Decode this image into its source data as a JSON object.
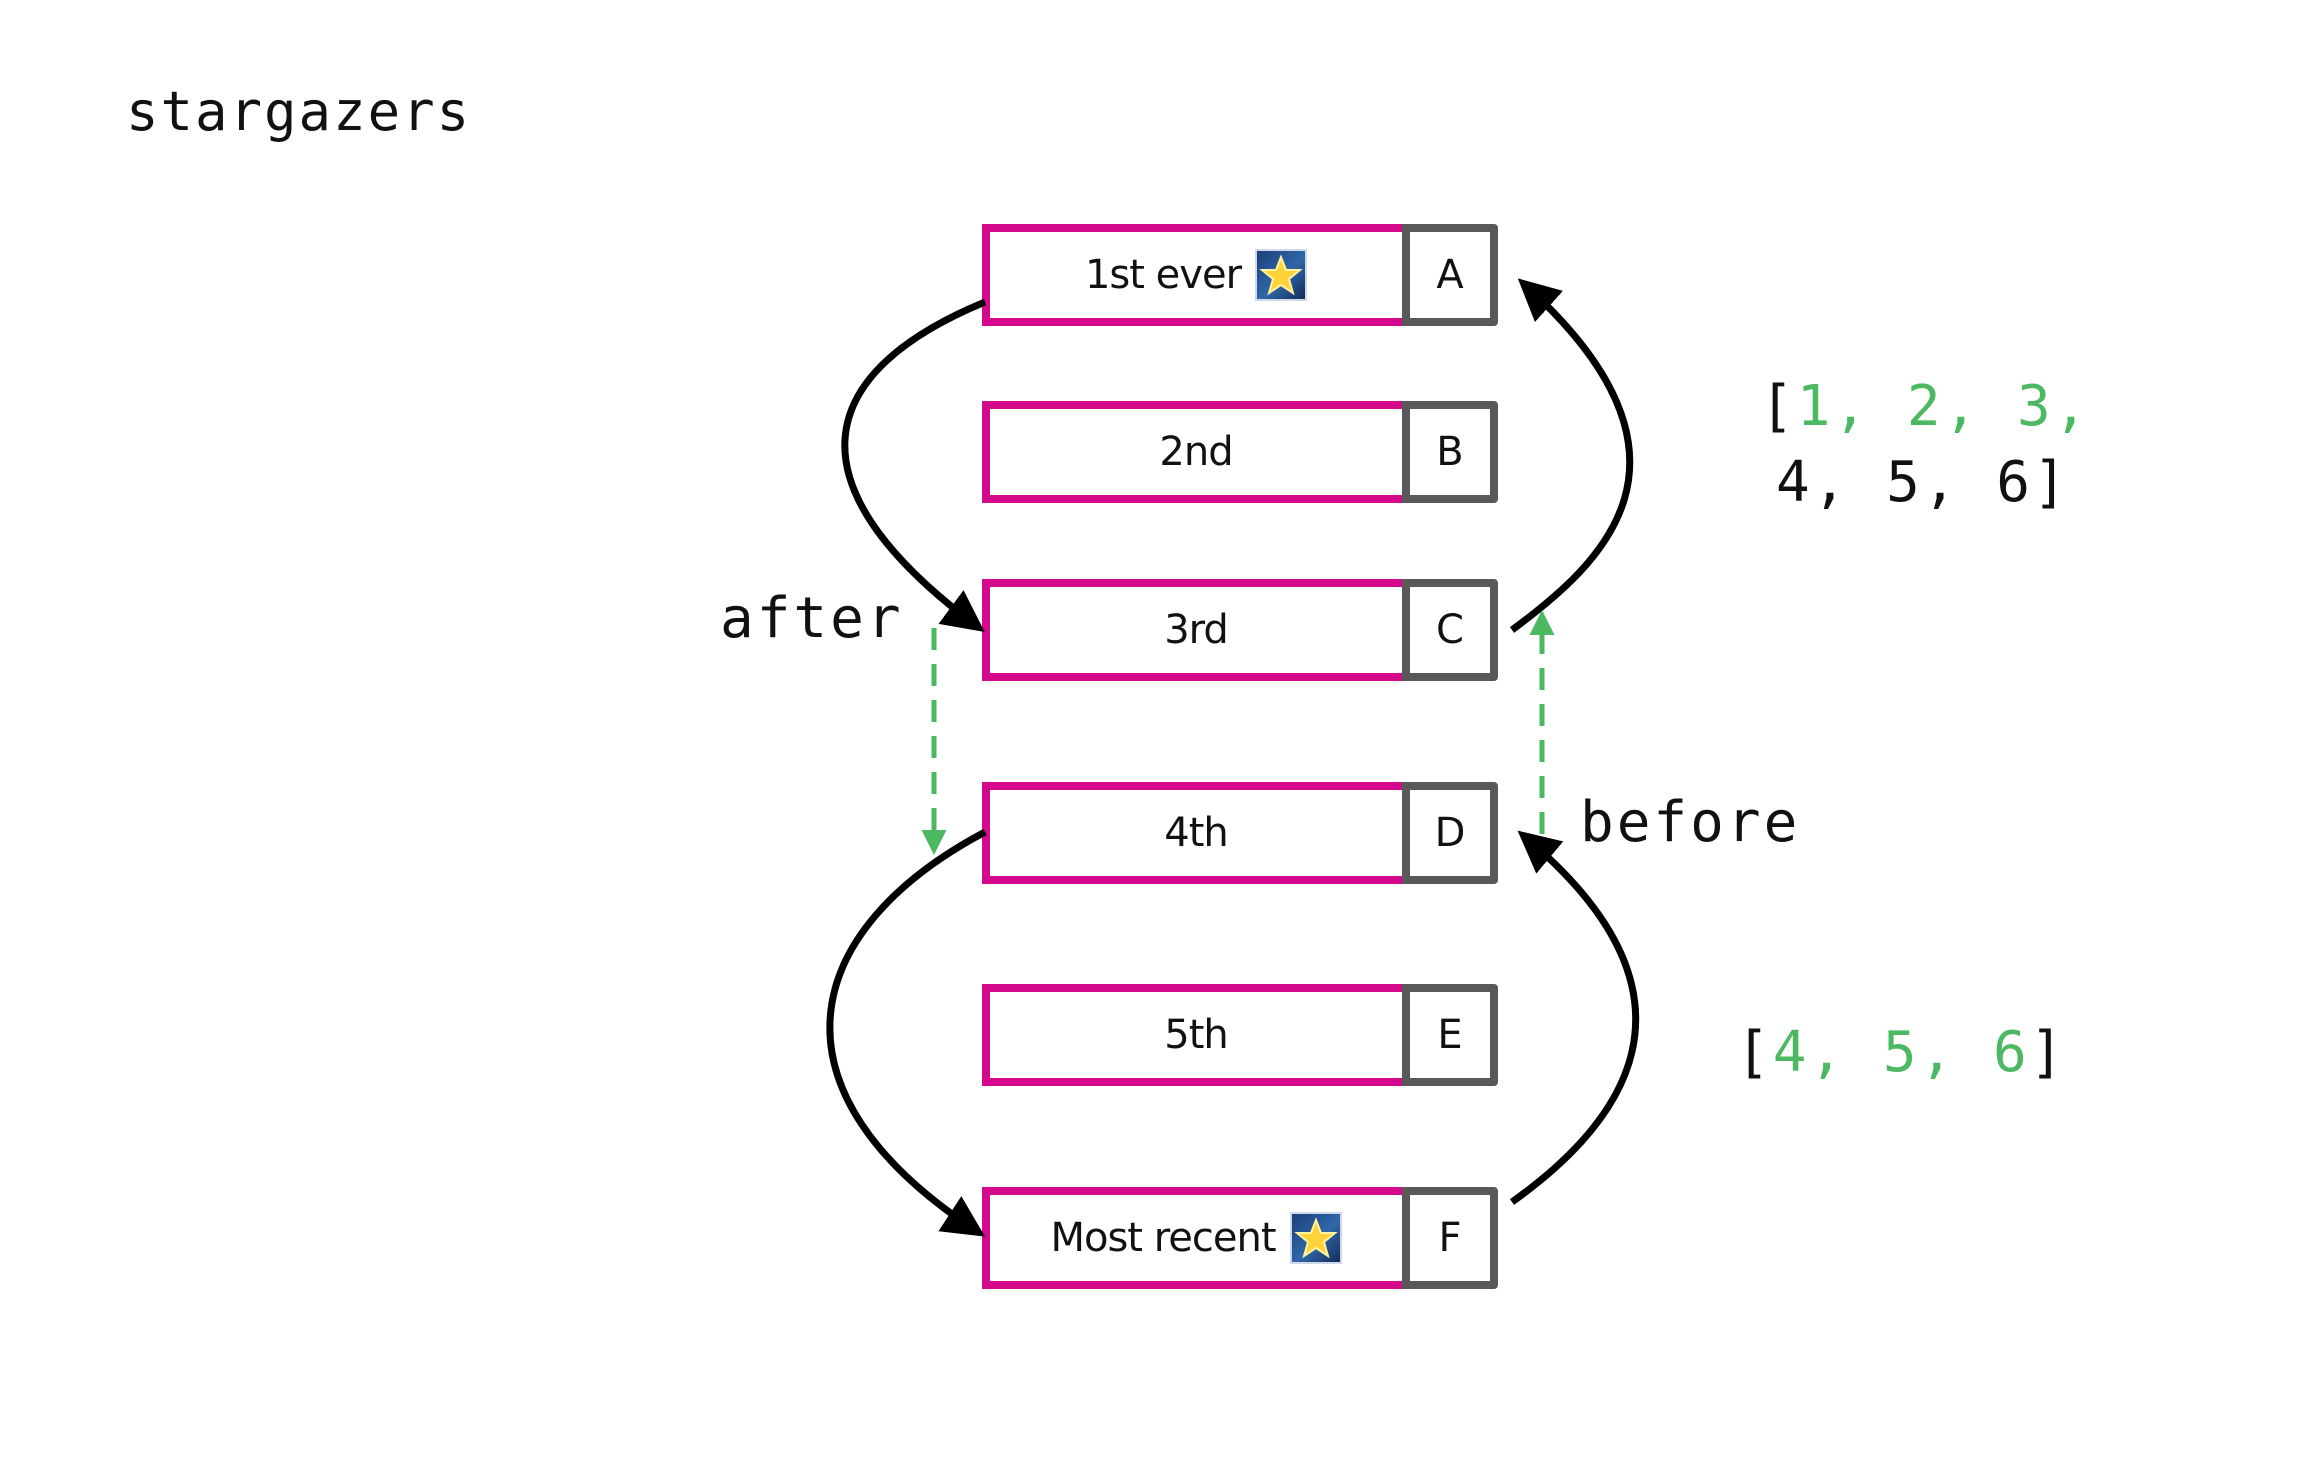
{
  "title": "stargazers",
  "rows": [
    {
      "label": "1st ever",
      "key": "A",
      "star": true
    },
    {
      "label": "2nd",
      "key": "B",
      "star": false
    },
    {
      "label": "3rd",
      "key": "C",
      "star": false
    },
    {
      "label": "4th",
      "key": "D",
      "star": false
    },
    {
      "label": "5th",
      "key": "E",
      "star": false
    },
    {
      "label": "Most recent",
      "key": "F",
      "star": true
    }
  ],
  "labels": {
    "after": "after",
    "before": "before"
  },
  "result_top": {
    "open": "[",
    "line1_values": "1, 2, 3,",
    "line2_values": "4, 5, 6",
    "close": "]"
  },
  "result_bottom": {
    "open": "[",
    "values": "4, 5, 6",
    "close": "]"
  },
  "colors": {
    "row_border": "#d4098c",
    "key_border": "#595959",
    "accent_green": "#4cb962",
    "arrow": "#000000"
  },
  "icons": {
    "star": "glowing-star-icon"
  }
}
